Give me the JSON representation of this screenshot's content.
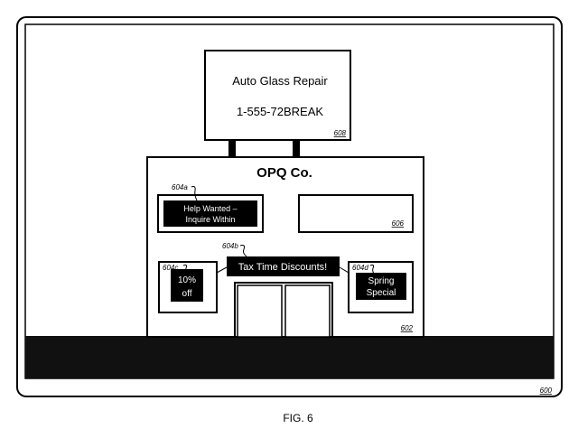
{
  "billboard": {
    "line1": "Auto Glass Repair",
    "line2": "1-555-72BREAK",
    "ref": "608"
  },
  "building": {
    "company_name": "OPQ Co.",
    "ref": "602"
  },
  "signs": {
    "help_wanted": {
      "line1": "Help Wanted –",
      "line2": "Inquire Within",
      "ref": "604a"
    },
    "blank_sign_ref": "606",
    "tax_time": {
      "text": "Tax Time Discounts!",
      "ref": "604b"
    },
    "discount": {
      "line1": "10%",
      "line2": "off",
      "ref": "604c"
    },
    "spring": {
      "line1": "Spring",
      "line2": "Special",
      "ref": "604d"
    }
  },
  "frame_ref": "600",
  "caption": "FIG. 6"
}
